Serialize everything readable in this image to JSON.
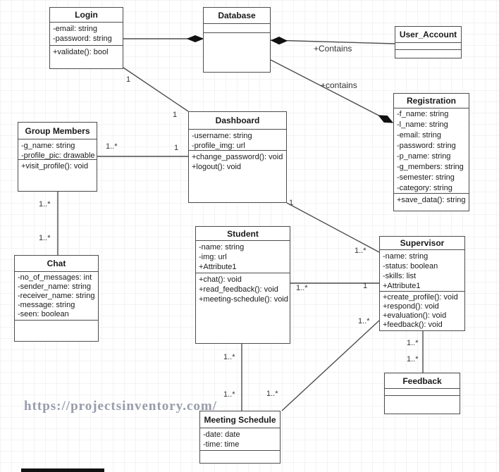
{
  "watermark": "https://projectsinventory.com/",
  "classes": [
    {
      "name": "Login",
      "attributes": [
        "-email: string",
        "-password: string"
      ],
      "methods": [
        "+validate(): bool"
      ]
    },
    {
      "name": "Database"
    },
    {
      "name": "User_Account"
    },
    {
      "name": "Registration",
      "attributes": [
        "-f_name: string",
        "-l_name: string",
        "-email: string",
        "-password: string",
        "-p_name: string",
        "-g_members: string",
        "-semester: string",
        "-category: string"
      ],
      "methods": [
        "+save_data(): string"
      ]
    },
    {
      "name": "Dashboard",
      "attributes": [
        "-username: string",
        "-profile_img: url"
      ],
      "methods": [
        "+change_password(): void",
        "+logout(): void"
      ]
    },
    {
      "name": "Group Members",
      "attributes": [
        "-g_name: string",
        "-profile_pic: drawable"
      ],
      "methods": [
        "+visit_profile(): void"
      ]
    },
    {
      "name": "Chat",
      "attributes": [
        "-no_of_messages: int",
        "-sender_name: string",
        "-receiver_name: string",
        "-message: string",
        "-seen: boolean"
      ]
    },
    {
      "name": "Student",
      "attributes": [
        "-name: string",
        "-img: url",
        "+Attribute1"
      ],
      "methods": [
        "+chat(): void",
        "+read_feedback(): void",
        "+meeting-schedule(): void"
      ]
    },
    {
      "name": "Supervisor",
      "attributes": [
        "-name: string",
        "-status: boolean",
        "-skills: list",
        "+Attribute1"
      ],
      "methods": [
        "+create_profile(): void",
        "+respond(): void",
        "+evaluation(): void",
        "+feedback(): void"
      ]
    },
    {
      "name": "Feedback"
    },
    {
      "name": "Meeting Schedule",
      "attributes": [
        "-date: date",
        "-time: time"
      ]
    }
  ],
  "association_labels": {
    "db_user_account": "+Contains",
    "db_registration": "+contains"
  },
  "multiplicities": [
    "1",
    "1",
    "1..*",
    "1",
    "1..*",
    "1..*",
    "1",
    "1..*",
    "1..*",
    "1",
    "1..*",
    "1..*",
    "1..*",
    "1..*",
    "1..*",
    "1..*"
  ]
}
